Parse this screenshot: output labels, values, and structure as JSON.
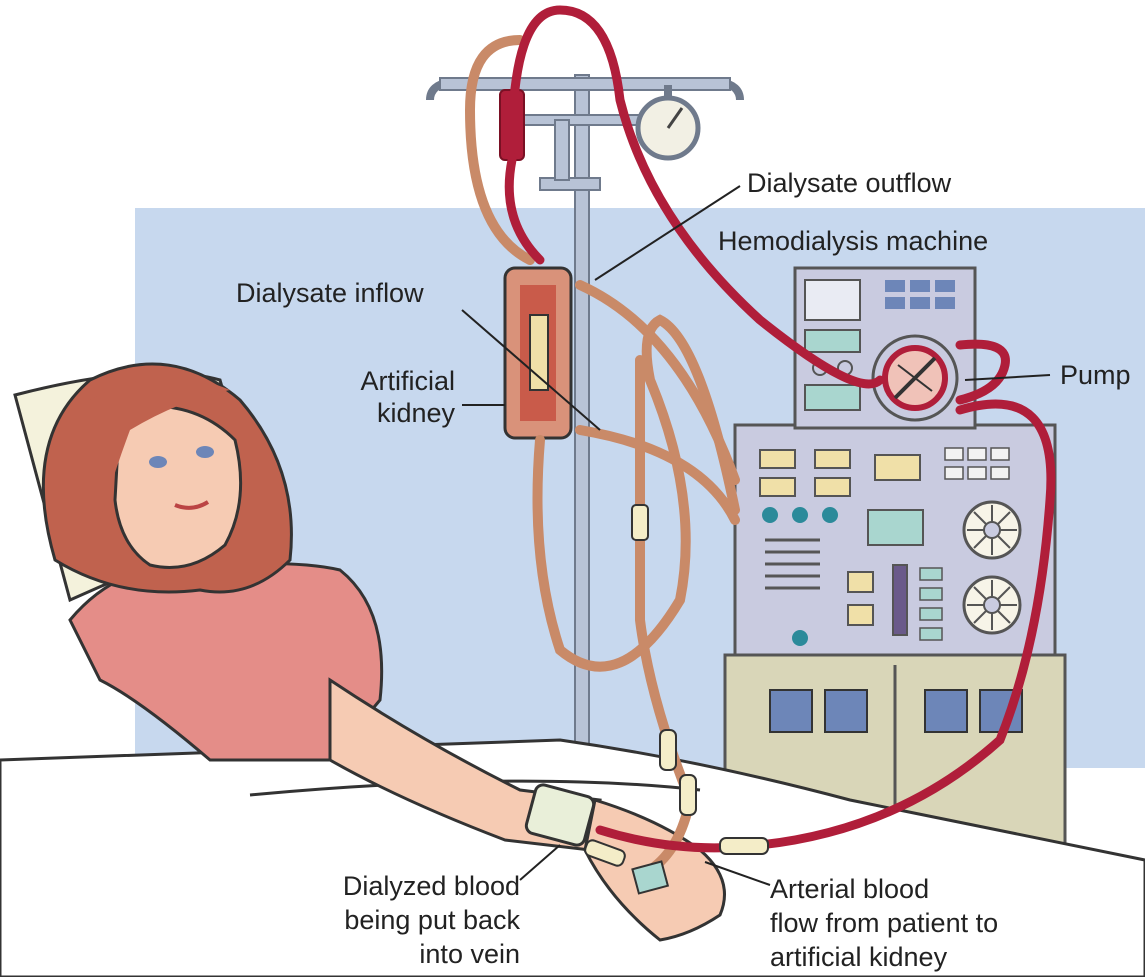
{
  "labels": {
    "dialysate_outflow": "Dialysate outflow",
    "hemodialysis_machine": "Hemodialysis machine",
    "dialysate_inflow": "Dialysate inflow",
    "artificial_kidney_line1": "Artificial",
    "artificial_kidney_line2": "kidney",
    "pump": "Pump",
    "dialyzed_line1": "Dialyzed blood",
    "dialyzed_line2": "being put back",
    "dialyzed_line3": "into vein",
    "arterial_line1": "Arterial blood",
    "arterial_line2": "flow from patient to",
    "arterial_line3": "artificial kidney"
  },
  "colors": {
    "background_panel": "#c7d8ee",
    "blood_tube": "#b01e3a",
    "dialysate_tube": "#c98a68",
    "machine_body": "#c9cbe0",
    "machine_cabinet": "#d9d6b8",
    "gown": "#e48d88",
    "hair": "#c0624e",
    "skin": "#f6cbb3"
  }
}
